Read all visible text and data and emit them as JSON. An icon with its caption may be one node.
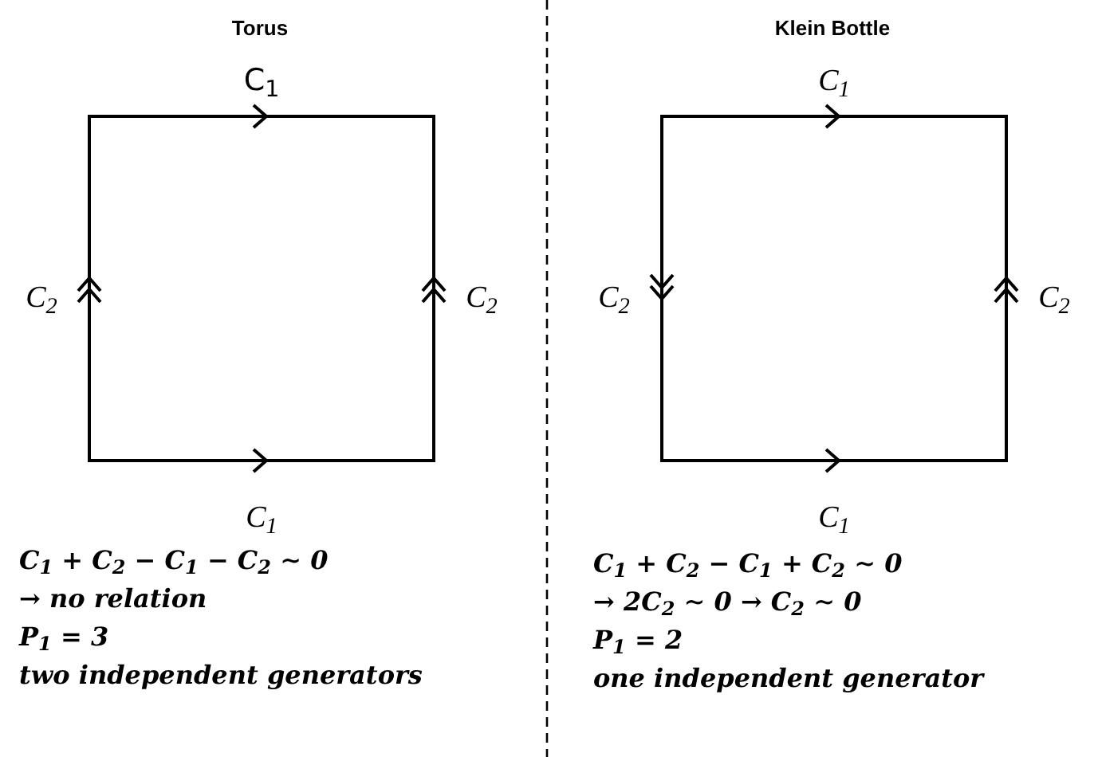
{
  "diagram": {
    "nodes": [
      {
        "text": [],
        "shape": "box",
        "beside": [
          "C$_{1}$",
          "C$_{2}$",
          "C$_{2}$",
          "C$_{1}$"
        ]
      },
      {
        "text": [],
        "shape": "box",
        "beside": [
          "C$_{1}$",
          "C$_{2}$",
          "C$_{2}$",
          "C$_{1}$"
        ]
      }
    ],
    "edges": [],
    "labels": [
      "Torus",
      "Klein Bottle",
      "C$_{1}$ + C$_{2}$ − C$_{1}$ − C$_{2}$ ∼ 0",
      "→ no relation",
      "P$_{1}$ = 3",
      "two independent generators",
      "C$_{1}$ + C$_{2}$ − C$_{1}$ + C$_{2}$ ∼ 0",
      "→ 2C$_{2}$ ∼ 0  →  C$_{2}$ ∼ 0",
      "P$_{1}$ = 2",
      "one independent generator"
    ]
  }
}
